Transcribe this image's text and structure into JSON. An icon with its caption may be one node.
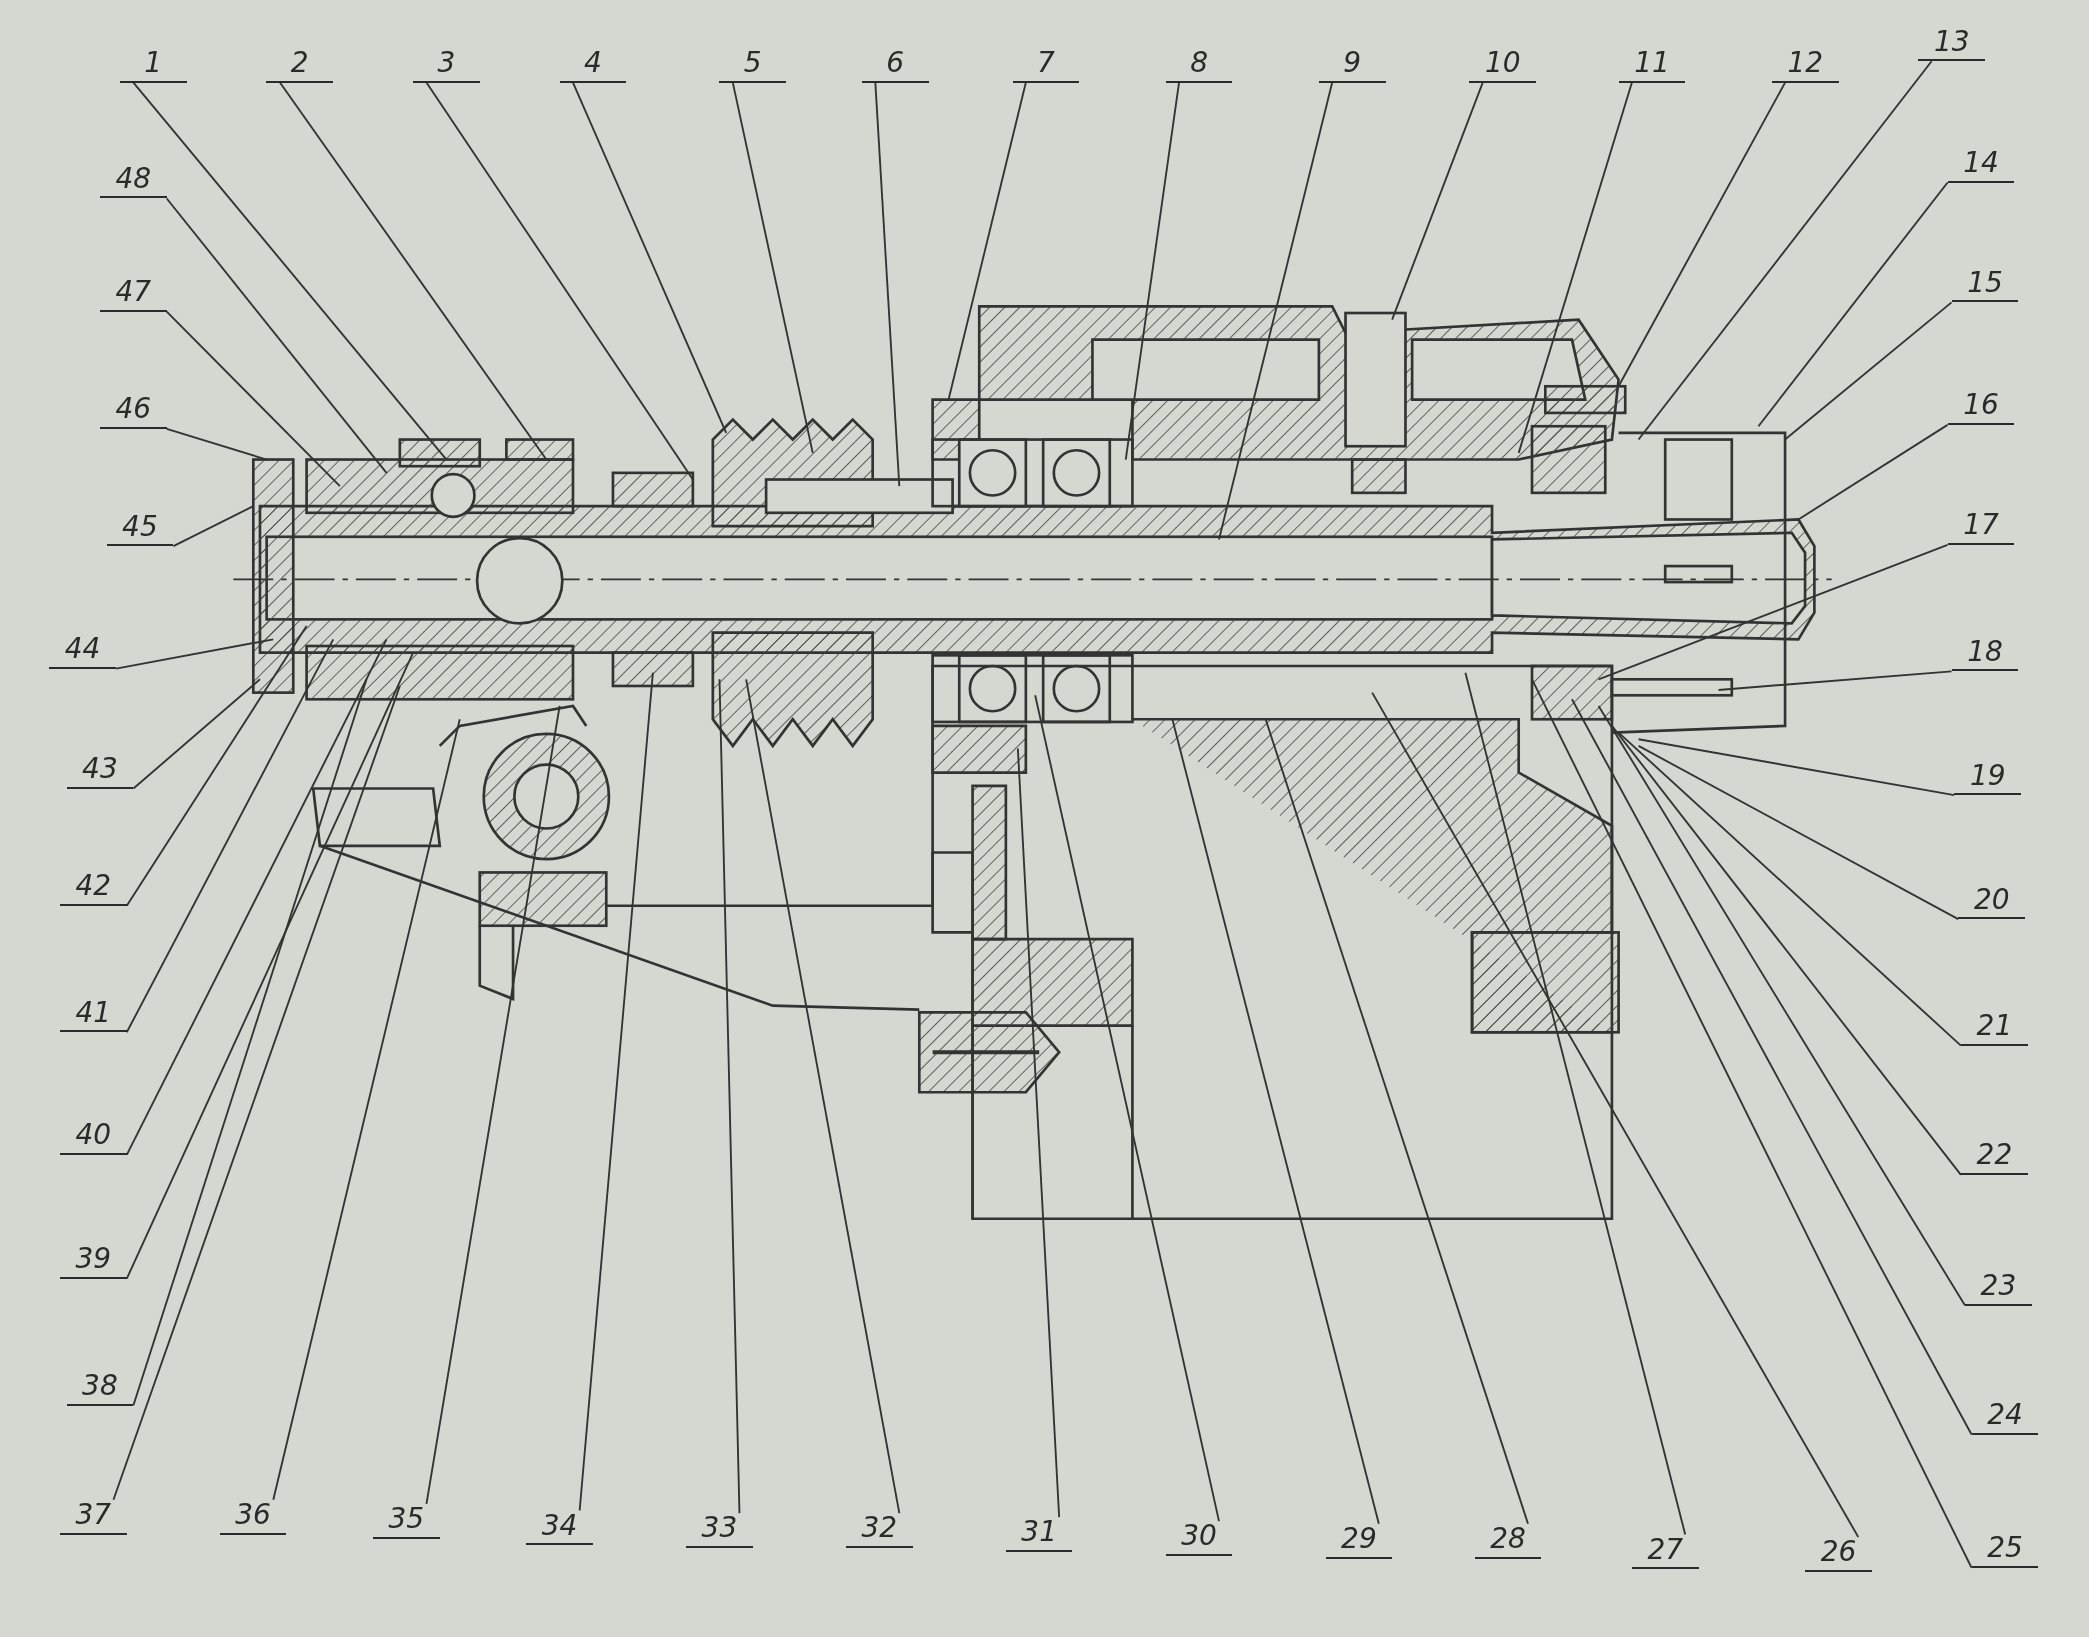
{
  "diagram": {
    "nodes": [
      {
        "text": [
          "1"
        ]
      },
      {
        "text": [
          "2"
        ]
      },
      {
        "text": [
          "3"
        ]
      },
      {
        "text": [
          "4"
        ]
      },
      {
        "text": [
          "5"
        ]
      },
      {
        "text": [
          "6"
        ]
      },
      {
        "text": [
          "7"
        ]
      },
      {
        "text": [
          "8"
        ]
      },
      {
        "text": [
          "9"
        ]
      },
      {
        "text": [
          "10"
        ]
      },
      {
        "text": [
          "11"
        ]
      },
      {
        "text": [
          "12"
        ]
      },
      {
        "text": [
          "13"
        ]
      },
      {
        "text": [
          "14"
        ]
      },
      {
        "text": [
          "15"
        ]
      },
      {
        "text": [
          "16"
        ]
      },
      {
        "text": [
          "17"
        ]
      },
      {
        "text": [
          "18"
        ]
      },
      {
        "text": [
          "19"
        ]
      },
      {
        "text": [
          "20"
        ]
      },
      {
        "text": [
          "21"
        ]
      },
      {
        "text": [
          "22"
        ]
      },
      {
        "text": [
          "23"
        ]
      },
      {
        "text": [
          "24"
        ]
      },
      {
        "text": [
          "25"
        ]
      },
      {
        "text": [
          "26"
        ]
      },
      {
        "text": [
          "27"
        ]
      },
      {
        "text": [
          "28"
        ]
      },
      {
        "text": [
          "29"
        ]
      },
      {
        "text": [
          "30"
        ]
      },
      {
        "text": [
          "31"
        ]
      },
      {
        "text": [
          "32"
        ]
      },
      {
        "text": [
          "33"
        ]
      },
      {
        "text": [
          "34"
        ]
      },
      {
        "text": [
          "35"
        ]
      },
      {
        "text": [
          "36"
        ]
      },
      {
        "text": [
          "37"
        ]
      },
      {
        "text": [
          "38"
        ]
      },
      {
        "text": [
          "39"
        ]
      },
      {
        "text": [
          "40"
        ]
      },
      {
        "text": [
          "41"
        ]
      },
      {
        "text": [
          "42"
        ]
      },
      {
        "text": [
          "43"
        ]
      },
      {
        "text": [
          "44"
        ]
      },
      {
        "text": [
          "45"
        ]
      },
      {
        "text": [
          "46"
        ]
      },
      {
        "text": [
          "47"
        ]
      },
      {
        "text": [
          "48"
        ]
      }
    ],
    "edges": [
      {
        "from": 0,
        "to": null,
        "arrow": "none"
      },
      {
        "from": 1,
        "to": null,
        "arrow": "none"
      },
      {
        "from": 2,
        "to": null,
        "arrow": "none"
      },
      {
        "from": 3,
        "to": null,
        "arrow": "none"
      },
      {
        "from": 4,
        "to": null,
        "arrow": "none"
      },
      {
        "from": 5,
        "to": null,
        "arrow": "none"
      },
      {
        "from": 6,
        "to": null,
        "arrow": "none"
      },
      {
        "from": 7,
        "to": null,
        "arrow": "none"
      },
      {
        "from": 8,
        "to": null,
        "arrow": "none"
      },
      {
        "from": 9,
        "to": null,
        "arrow": "none"
      },
      {
        "from": 10,
        "to": null,
        "arrow": "none"
      },
      {
        "from": 11,
        "to": null,
        "arrow": "none"
      },
      {
        "from": 12,
        "to": null,
        "arrow": "none"
      },
      {
        "from": 13,
        "to": null,
        "arrow": "none"
      },
      {
        "from": 14,
        "to": null,
        "arrow": "none"
      },
      {
        "from": 15,
        "to": null,
        "arrow": "none"
      },
      {
        "from": 16,
        "to": null,
        "arrow": "none"
      },
      {
        "from": 17,
        "to": null,
        "arrow": "none"
      },
      {
        "from": 18,
        "to": null,
        "arrow": "none"
      },
      {
        "from": 19,
        "to": null,
        "arrow": "none"
      },
      {
        "from": 20,
        "to": null,
        "arrow": "none"
      },
      {
        "from": 21,
        "to": null,
        "arrow": "none"
      },
      {
        "from": 22,
        "to": null,
        "arrow": "none"
      },
      {
        "from": 23,
        "to": null,
        "arrow": "none"
      },
      {
        "from": 24,
        "to": null,
        "arrow": "none"
      },
      {
        "from": 25,
        "to": null,
        "arrow": "none"
      },
      {
        "from": 26,
        "to": null,
        "arrow": "none"
      },
      {
        "from": 27,
        "to": null,
        "arrow": "none"
      },
      {
        "from": 28,
        "to": null,
        "arrow": "none"
      },
      {
        "from": 29,
        "to": null,
        "arrow": "none"
      },
      {
        "from": 30,
        "to": null,
        "arrow": "none"
      },
      {
        "from": 31,
        "to": null,
        "arrow": "none"
      },
      {
        "from": 32,
        "to": null,
        "arrow": "none"
      },
      {
        "from": 33,
        "to": null,
        "arrow": "none"
      },
      {
        "from": 34,
        "to": null,
        "arrow": "none"
      },
      {
        "from": 35,
        "to": null,
        "arrow": "none"
      },
      {
        "from": 36,
        "to": null,
        "arrow": "none"
      },
      {
        "from": 37,
        "to": null,
        "arrow": "none"
      },
      {
        "from": 38,
        "to": null,
        "arrow": "none"
      },
      {
        "from": 39,
        "to": null,
        "arrow": "none"
      },
      {
        "from": 40,
        "to": null,
        "arrow": "none"
      },
      {
        "from": 41,
        "to": null,
        "arrow": "none"
      },
      {
        "from": 42,
        "to": null,
        "arrow": "none"
      },
      {
        "from": 43,
        "to": null,
        "arrow": "none"
      },
      {
        "from": 44,
        "to": null,
        "arrow": "none"
      },
      {
        "from": 45,
        "to": null,
        "arrow": "none"
      },
      {
        "from": 46,
        "to": null,
        "arrow": "none"
      },
      {
        "from": 47,
        "to": null,
        "arrow": "none"
      }
    ]
  }
}
